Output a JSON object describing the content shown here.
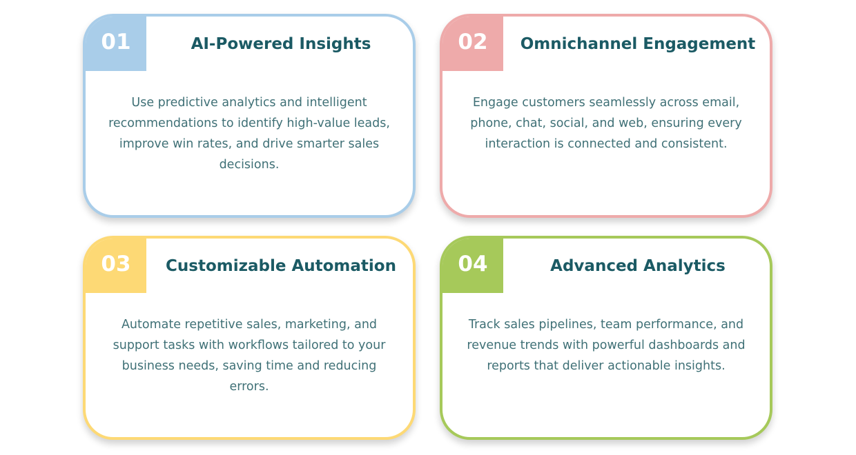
{
  "cards": [
    {
      "number": "01",
      "title": "AI-Powered Insights",
      "description": "Use predictive analytics and intelligent recommendations to identify high-value leads, improve win rates, and drive smarter sales decisions.",
      "color": "#a9cde9"
    },
    {
      "number": "02",
      "title": "Omnichannel Engagement",
      "description": "Engage customers seamlessly across email, phone, chat, social, and web, ensuring every interaction is connected and consistent.",
      "color": "#eeaaaa"
    },
    {
      "number": "03",
      "title": "Customizable Automation",
      "description": "Automate repetitive sales, marketing, and support tasks with workflows tailored to your business needs, saving time and reducing errors.",
      "color": "#fdd975"
    },
    {
      "number": "04",
      "title": "Advanced Analytics",
      "description": "Track sales pipelines, team performance, and revenue trends with powerful dashboards and reports that deliver actionable insights.",
      "color": "#a6c95a"
    }
  ]
}
